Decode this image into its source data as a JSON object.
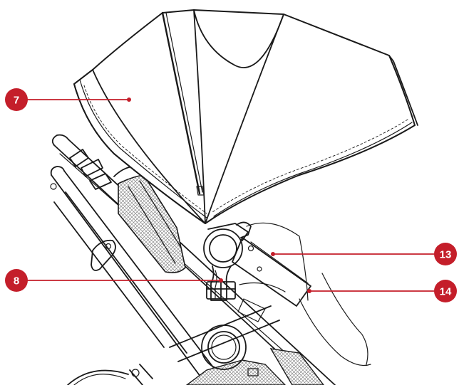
{
  "colors": {
    "callout_fill": "#c41e2a",
    "callout_text": "#ffffff",
    "leader_line": "#c41e2a",
    "drawing_stroke": "#1a1a1a",
    "mesh_fill": "#b0b0b0"
  },
  "callouts": [
    {
      "id": "c7",
      "label": "7"
    },
    {
      "id": "c8",
      "label": "8"
    },
    {
      "id": "c13",
      "label": "13"
    },
    {
      "id": "c14",
      "label": "14"
    }
  ]
}
